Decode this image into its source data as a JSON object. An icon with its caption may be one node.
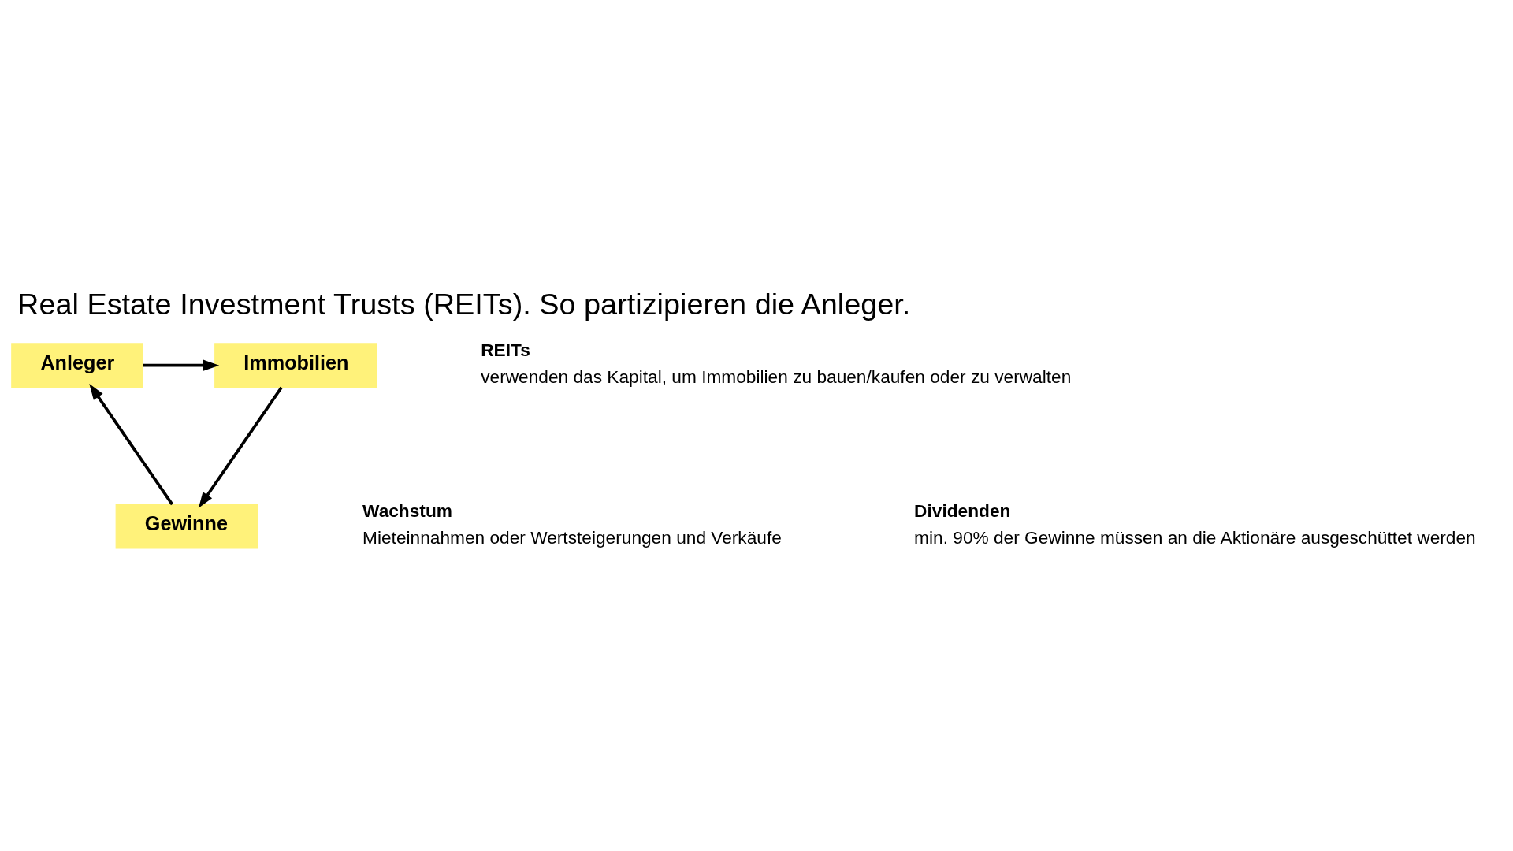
{
  "diagram": {
    "title": "Real Estate Investment Trusts (REITs). So partizipieren die Anleger.",
    "nodes": [
      {
        "text": [
          "Anleger"
        ]
      },
      {
        "text": [
          "Immobilien"
        ]
      },
      {
        "text": [
          "Gewinne"
        ]
      }
    ],
    "edges": [
      {
        "from": 0,
        "to": 1,
        "arrow": "to"
      },
      {
        "from": 1,
        "to": 2,
        "arrow": "to"
      },
      {
        "from": 2,
        "to": 0,
        "arrow": "to"
      }
    ],
    "labels": [
      "REITs",
      "verwenden das Kapital, um Immobilien zu bauen/kaufen oder zu verwalten",
      "Wachstum",
      "Mieteinnahmen oder Wertsteigerungen und Verkäufe",
      "Dividenden",
      "min. 90% der Gewinne müssen an die Aktionäre ausgeschüttet werden"
    ]
  }
}
